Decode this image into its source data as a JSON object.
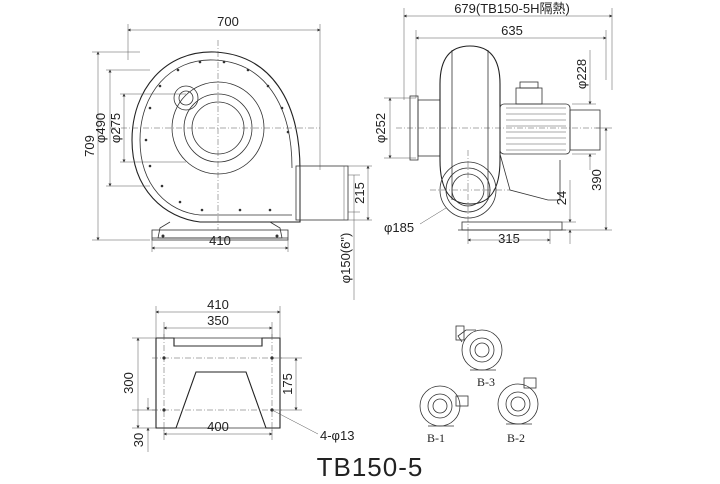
{
  "drawing": {
    "model_title": "TB150-5",
    "front_view": {
      "width_label": "700",
      "height_label": "709",
      "dia_490_label": "φ490",
      "dia_275_label": "φ275",
      "base_label": "410",
      "outlet_215_label": "215",
      "outlet_150_label": "φ150(6\")"
    },
    "side_view": {
      "overall_label": "679(TB150-5H隔熱)",
      "length_label": "635",
      "dia_252_label": "φ252",
      "dia_228_label": "φ228",
      "height_390_label": "390",
      "height_24_label": "24",
      "dia_185_label": "φ185",
      "base_315_label": "315"
    },
    "base_view": {
      "width_410_label": "410",
      "width_350_label": "350",
      "height_300_label": "300",
      "height_175_label": "175",
      "width_400_label": "400",
      "height_30_label": "30",
      "holes_label": "4-φ13"
    },
    "orientations": {
      "b1_label": "B-1",
      "b2_label": "B-2",
      "b3_label": "B-3"
    }
  }
}
